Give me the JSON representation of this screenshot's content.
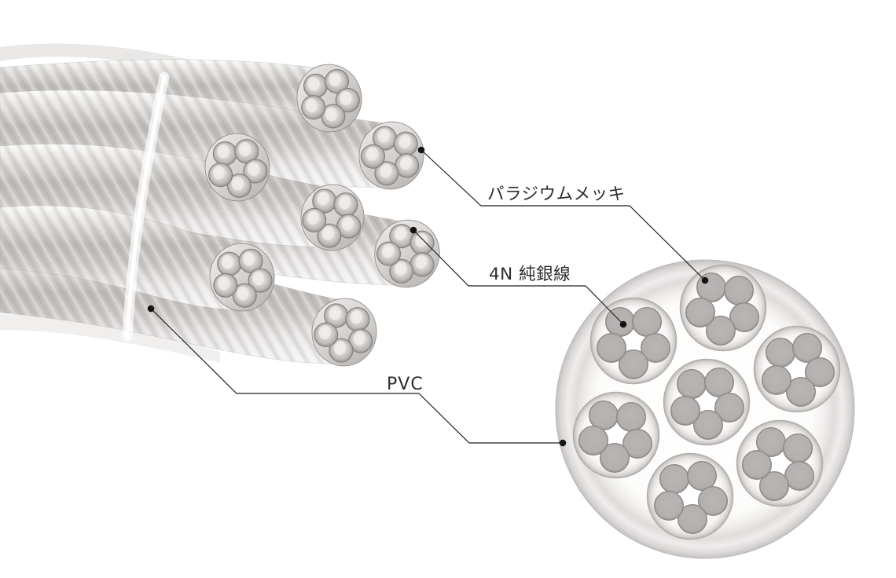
{
  "diagram": {
    "labels": {
      "plating": "パラジウムメッキ",
      "silver_wire": "4N 純銀線",
      "jacket": "PVC"
    },
    "cross_section": {
      "bundle_count": 7,
      "wires_per_bundle": 5
    },
    "colors": {
      "background": "#ffffff",
      "wire_gray": "#b5b2b1",
      "wire_rim": "#8d8987",
      "leader_line": "#1c1c1c",
      "label_text": "#2e2d2c"
    }
  }
}
